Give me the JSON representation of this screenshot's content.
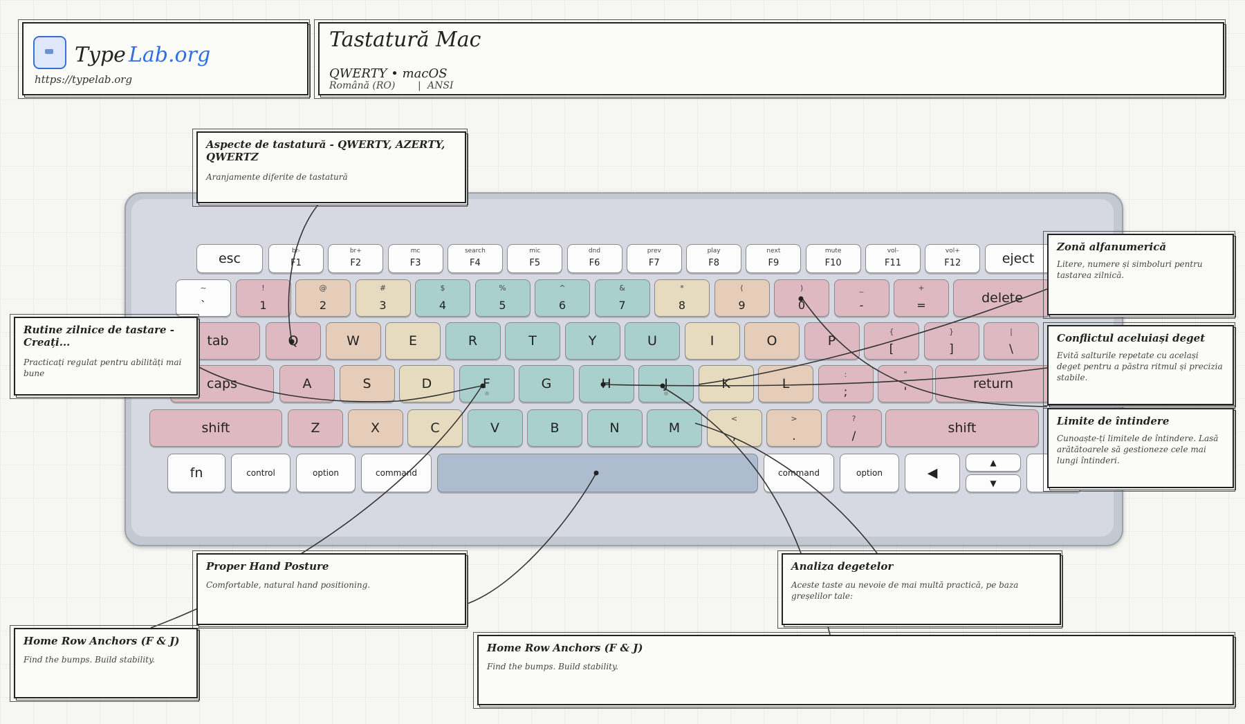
{
  "logo": {
    "word1": "Type",
    "word2": "Lab.org",
    "url": "https://typelab.org"
  },
  "header": {
    "title": "Tastatură Mac",
    "layout_line": "QWERTY • macOS",
    "locale": "Română (RO)",
    "standard": "ANSI"
  },
  "colors": {
    "pink": "#dfb9c2",
    "peach": "#e6cdb9",
    "tan": "#e6dbbe",
    "teal": "#a9d0cd",
    "teal_dark": "#9bc7c4",
    "space": "#aebcd0",
    "key_white": "#fcfcfc"
  },
  "rows": {
    "fn": [
      {
        "main": "esc",
        "sub": ""
      },
      {
        "main": "F1",
        "sub": "br-"
      },
      {
        "main": "F2",
        "sub": "br+"
      },
      {
        "main": "F3",
        "sub": "mc"
      },
      {
        "main": "F4",
        "sub": "search"
      },
      {
        "main": "F5",
        "sub": "mic"
      },
      {
        "main": "F6",
        "sub": "dnd"
      },
      {
        "main": "F7",
        "sub": "prev"
      },
      {
        "main": "F8",
        "sub": "play"
      },
      {
        "main": "F9",
        "sub": "next"
      },
      {
        "main": "F10",
        "sub": "mute"
      },
      {
        "main": "F11",
        "sub": "vol-"
      },
      {
        "main": "F12",
        "sub": "vol+"
      },
      {
        "main": "eject",
        "sub": ""
      }
    ],
    "num": [
      {
        "main": "`",
        "sub": "~",
        "color": "white"
      },
      {
        "main": "1",
        "sub": "!",
        "color": "pink"
      },
      {
        "main": "2",
        "sub": "@",
        "color": "peach"
      },
      {
        "main": "3",
        "sub": "#",
        "color": "tan"
      },
      {
        "main": "4",
        "sub": "$",
        "color": "teal"
      },
      {
        "main": "5",
        "sub": "%",
        "color": "teal"
      },
      {
        "main": "6",
        "sub": "^",
        "color": "teal"
      },
      {
        "main": "7",
        "sub": "&",
        "color": "teal"
      },
      {
        "main": "8",
        "sub": "*",
        "color": "tan"
      },
      {
        "main": "9",
        "sub": "(",
        "color": "peach"
      },
      {
        "main": "0",
        "sub": ")",
        "color": "pink"
      },
      {
        "main": "-",
        "sub": "_",
        "color": "pink"
      },
      {
        "main": "=",
        "sub": "+",
        "color": "pink"
      },
      {
        "main": "delete",
        "sub": "",
        "color": "pink"
      }
    ],
    "top": [
      {
        "main": "tab",
        "sub": "",
        "color": "pink"
      },
      {
        "main": "Q",
        "sub": "",
        "color": "pink"
      },
      {
        "main": "W",
        "sub": "",
        "color": "peach"
      },
      {
        "main": "E",
        "sub": "",
        "color": "tan"
      },
      {
        "main": "R",
        "sub": "",
        "color": "teal"
      },
      {
        "main": "T",
        "sub": "",
        "color": "teal"
      },
      {
        "main": "Y",
        "sub": "",
        "color": "teal"
      },
      {
        "main": "U",
        "sub": "",
        "color": "teal"
      },
      {
        "main": "I",
        "sub": "",
        "color": "tan"
      },
      {
        "main": "O",
        "sub": "",
        "color": "peach"
      },
      {
        "main": "P",
        "sub": "",
        "color": "pink"
      },
      {
        "main": "[",
        "sub": "{",
        "color": "pink"
      },
      {
        "main": "]",
        "sub": "}",
        "color": "pink"
      },
      {
        "main": "\\",
        "sub": "|",
        "color": "pink"
      }
    ],
    "home": [
      {
        "main": "caps",
        "sub": "",
        "color": "pink"
      },
      {
        "main": "A",
        "sub": "",
        "color": "pink"
      },
      {
        "main": "S",
        "sub": "",
        "color": "peach"
      },
      {
        "main": "D",
        "sub": "",
        "color": "tan"
      },
      {
        "main": "F",
        "sub": "",
        "color": "teal"
      },
      {
        "main": "G",
        "sub": "",
        "color": "teal"
      },
      {
        "main": "H",
        "sub": "",
        "color": "teal"
      },
      {
        "main": "J",
        "sub": "",
        "color": "teal"
      },
      {
        "main": "K",
        "sub": "",
        "color": "tan"
      },
      {
        "main": "L",
        "sub": "",
        "color": "peach"
      },
      {
        "main": ";",
        "sub": ":",
        "color": "pink"
      },
      {
        "main": "'",
        "sub": "\"",
        "color": "pink"
      },
      {
        "main": "return",
        "sub": "",
        "color": "pink"
      }
    ],
    "bottom": [
      {
        "main": "shift",
        "sub": "",
        "color": "pink"
      },
      {
        "main": "Z",
        "sub": "",
        "color": "pink"
      },
      {
        "main": "X",
        "sub": "",
        "color": "peach"
      },
      {
        "main": "C",
        "sub": "",
        "color": "tan"
      },
      {
        "main": "V",
        "sub": "",
        "color": "teal"
      },
      {
        "main": "B",
        "sub": "",
        "color": "teal"
      },
      {
        "main": "N",
        "sub": "",
        "color": "teal"
      },
      {
        "main": "M",
        "sub": "",
        "color": "teal"
      },
      {
        "main": ",",
        "sub": "<",
        "color": "tan"
      },
      {
        "main": ".",
        "sub": ">",
        "color": "peach"
      },
      {
        "main": "/",
        "sub": "?",
        "color": "pink"
      },
      {
        "main": "shift",
        "sub": "",
        "color": "pink"
      }
    ],
    "space": [
      {
        "main": "fn"
      },
      {
        "main": "control"
      },
      {
        "main": "option"
      },
      {
        "main": "command"
      },
      {
        "main": ""
      },
      {
        "main": "command"
      },
      {
        "main": "option"
      },
      {
        "main": "◀"
      },
      {
        "main": "▲"
      },
      {
        "main": "▼"
      },
      {
        "main": "▶"
      }
    ]
  },
  "annotations": {
    "layouts": {
      "title": "Aspecte de tastatură - QWERTY, AZERTY, QWERTZ",
      "body": "Aranjamente diferite de tastatură"
    },
    "routine": {
      "title": "Rutine zilnice de tastare - Creați...",
      "body": "Practicați regulat pentru abilități mai bune"
    },
    "alpha": {
      "title": "Zonă alfanumerică",
      "body": "Litere, numere și simboluri pentru tastarea zilnică."
    },
    "samefinger": {
      "title": "Conflictul aceluiași deget",
      "body": "Evită salturile repetate cu același deget pentru a păstra ritmul și precizia stabile."
    },
    "stretch": {
      "title": "Limite de întindere",
      "body": "Cunoaște-ți limitele de întindere. Lasă arătătoarele să gestioneze cele mai lungi întinderi."
    },
    "posture": {
      "title": "Proper Hand Posture",
      "body": "Comfortable, natural hand positioning."
    },
    "fingers": {
      "title": "Analiza degetelor",
      "body": "Aceste taste au nevoie de mai multă practică, pe baza greșelilor tale:"
    },
    "anchors_left": {
      "title": "Home Row Anchors (F & J)",
      "body": "Find the bumps. Build stability."
    },
    "anchors_bottom": {
      "title": "Home Row Anchors (F & J)",
      "body": "Find the bumps. Build stability."
    }
  }
}
